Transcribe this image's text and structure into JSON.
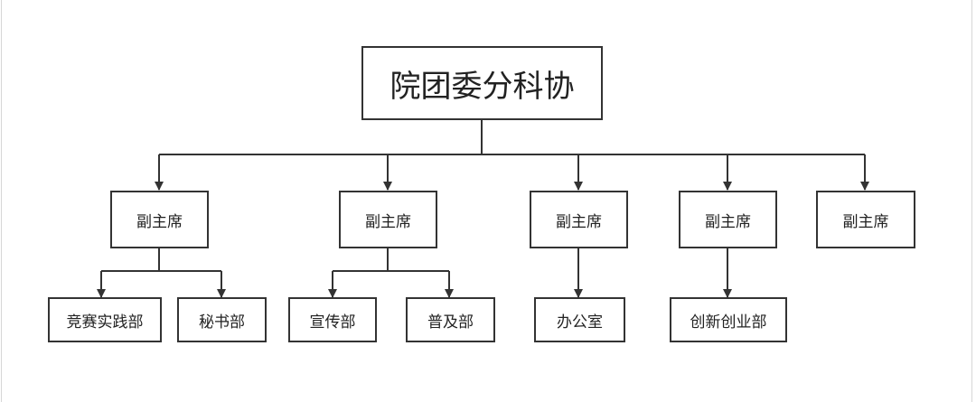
{
  "org_chart": {
    "root": {
      "label": "院团委分科协"
    },
    "vice_presidents": [
      {
        "label": "副主席",
        "departments": [
          {
            "label": "竞赛实践部"
          },
          {
            "label": "秘书部"
          }
        ]
      },
      {
        "label": "副主席",
        "departments": [
          {
            "label": "宣传部"
          },
          {
            "label": "普及部"
          }
        ]
      },
      {
        "label": "副主席",
        "departments": [
          {
            "label": "办公室"
          }
        ]
      },
      {
        "label": "副主席",
        "departments": [
          {
            "label": "创新创业部"
          }
        ]
      },
      {
        "label": "副主席",
        "departments": []
      }
    ]
  },
  "colors": {
    "line": "#333333",
    "box_border": "#333333",
    "background": "#ffffff"
  }
}
